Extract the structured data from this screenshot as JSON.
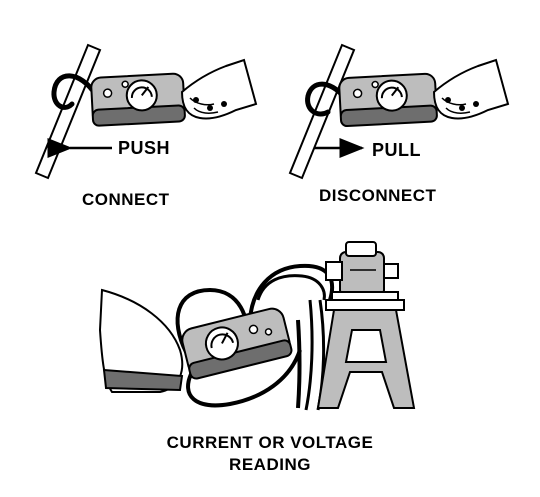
{
  "labels": {
    "push": "PUSH",
    "pull": "PULL",
    "connect": "CONNECT",
    "disconnect": "DISCONNECT",
    "reading_line1": "CURRENT OR VOLTAGE",
    "reading_line2": "READING"
  },
  "colors": {
    "ink": "#000000",
    "meter_body": "#bdbdbd",
    "meter_dark": "#6e6e6e",
    "background": "#ffffff"
  }
}
